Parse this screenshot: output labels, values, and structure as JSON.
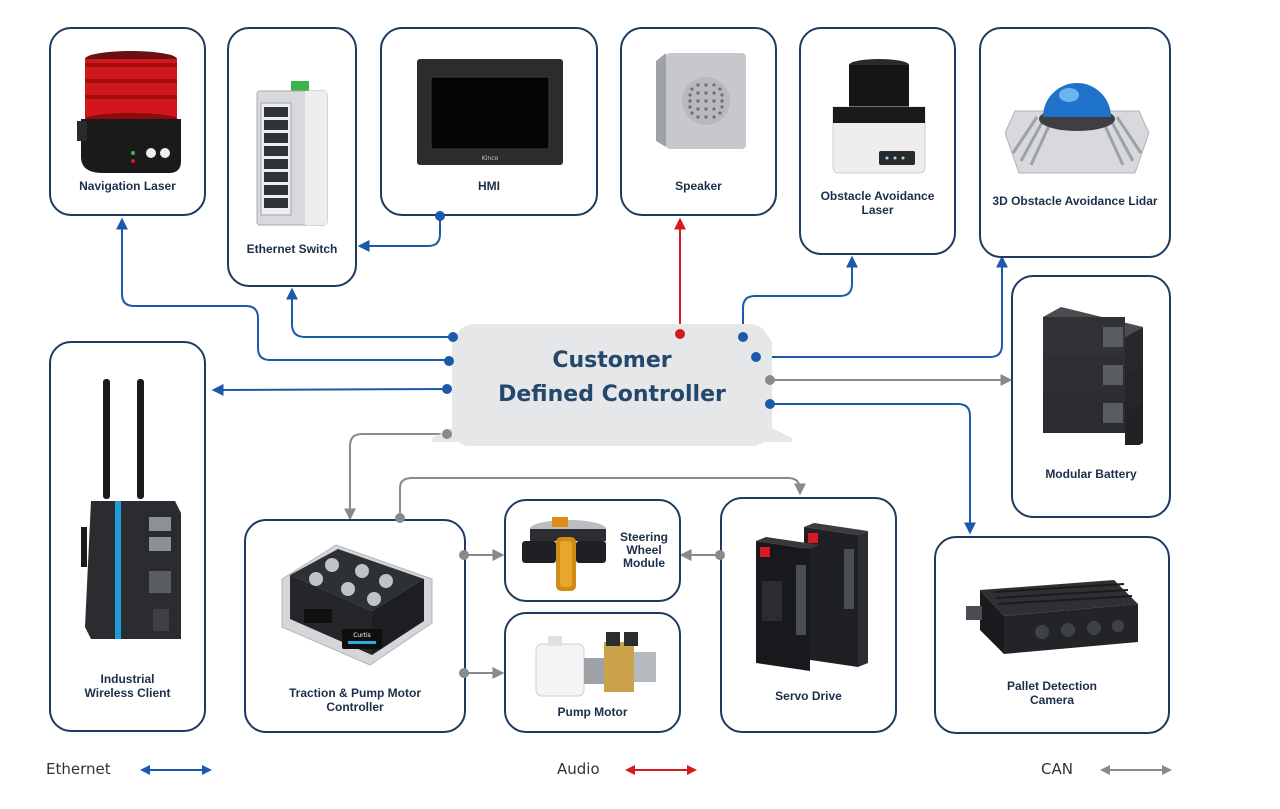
{
  "controller": {
    "line1": "Customer",
    "line2": "Defined Controller"
  },
  "components": {
    "navigation_laser": "Navigation Laser",
    "ethernet_switch": "Ethernet Switch",
    "hmi": "HMI",
    "hmi_brand": "Kinco",
    "speaker": "Speaker",
    "obstacle_laser": "Obstacle Avoidance Laser",
    "lidar": "3D Obstacle Avoidance Lidar",
    "battery": "Modular Battery",
    "wireless_client": "Industrial\nWireless Client",
    "traction_controller": "Traction & Pump Motor\nController",
    "steering_module": "Steering\nWheel\nModule",
    "pump_motor": "Pump Motor",
    "servo_drive": "Servo Drive",
    "pallet_camera": "Pallet Detection\nCamera",
    "curtis_brand": "Curtis"
  },
  "legend": {
    "ethernet": "Ethernet",
    "audio": "Audio",
    "can": "CAN"
  },
  "colors": {
    "ethernet": "#1a5aa8",
    "audio": "#d71920",
    "can": "#8a8a8a",
    "card_border": "#1c3b5e",
    "controller_fill": "#e6e7e9"
  }
}
